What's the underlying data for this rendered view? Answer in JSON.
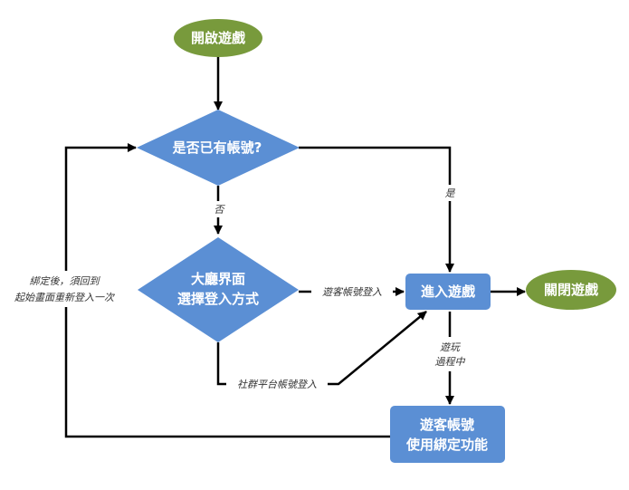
{
  "colors": {
    "terminal_fill": "#789a3c",
    "process_fill": "#5b8fd4",
    "edge": "#000000",
    "node_text": "#ffffff",
    "label_text": "#333333"
  },
  "nodes": {
    "start": {
      "label": "開啟遊戲"
    },
    "has_account": {
      "label": "是否已有帳號?"
    },
    "lobby_select": {
      "label_line1": "大廳界面",
      "label_line2": "選擇登入方式"
    },
    "enter_game": {
      "label": "進入遊戲"
    },
    "close_game": {
      "label": "關閉遊戲"
    },
    "guest_bind": {
      "label_line1": "遊客帳號",
      "label_line2": "使用綁定功能"
    }
  },
  "edges": {
    "yes": "是",
    "no": "否",
    "guest_login": "遊客帳號登入",
    "social_login": "社群平台帳號登入",
    "in_game_line1": "遊玩",
    "in_game_line2": "過程中",
    "rebind_line1": "綁定後，須回到",
    "rebind_line2": "起始畫面重新登入一次"
  }
}
